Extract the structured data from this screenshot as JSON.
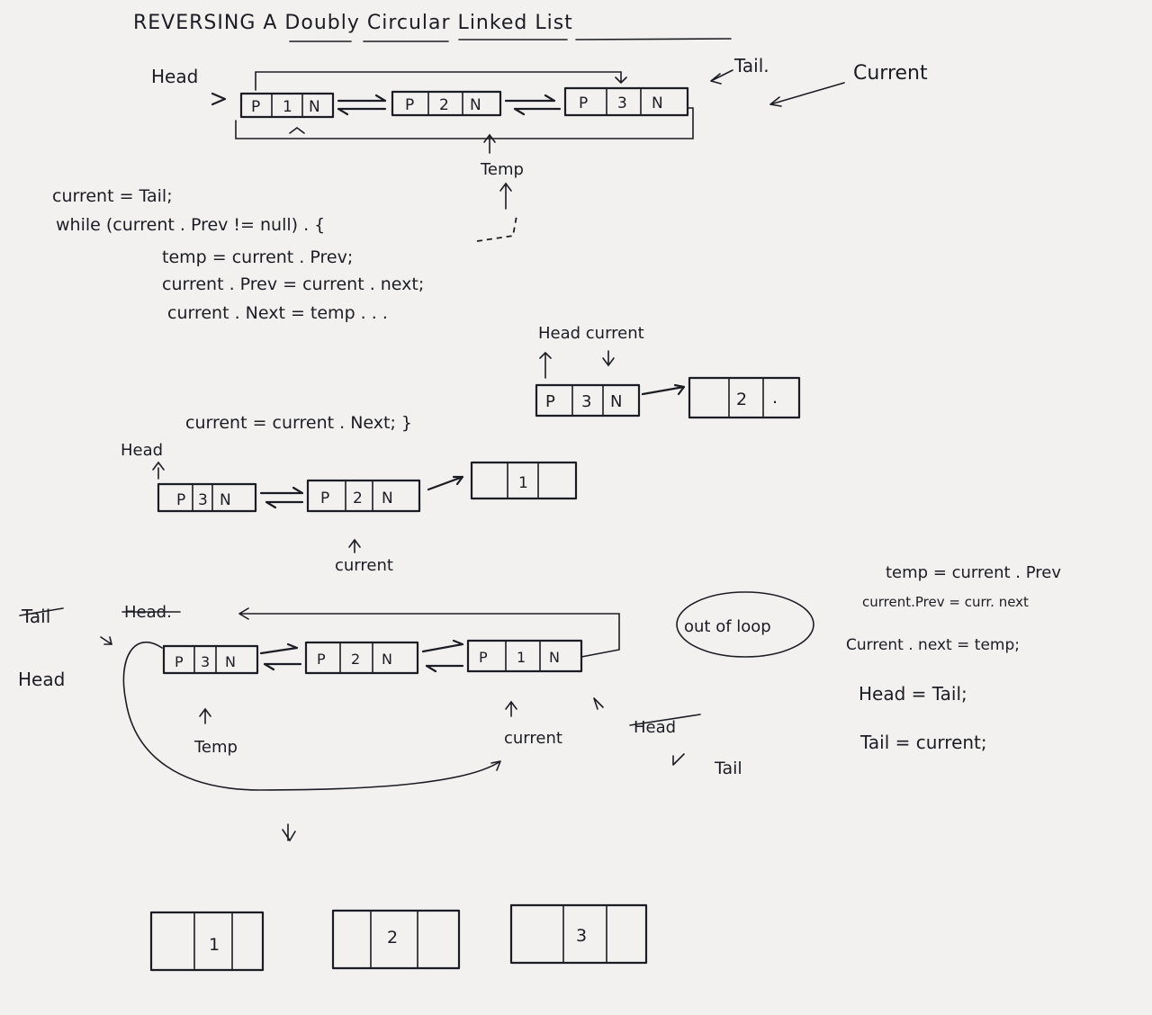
{
  "title": "REVERSING  A  Doubly Circular Linked List",
  "labels": {
    "head_top": "Head",
    "tail_top": "Tail.",
    "current_top": "Current",
    "temp_top": "Temp",
    "head_current": "Head current",
    "head_mid": "Head",
    "current_mid": "current",
    "tail_bottom_struck": "Tail",
    "head_bottom_struck": "Head.",
    "head_bottom": "Head",
    "temp_bottom": "Temp",
    "current_bottom": "current",
    "head_struck_right": "Head",
    "tail_bottom": "Tail",
    "out_of_loop": "out of loop"
  },
  "code": [
    "current = Tail;",
    "while (current . Prev != null) . {",
    "temp = current . Prev;",
    "current . Prev = current . next;",
    "current . Next = temp . . .",
    "current = current . Next; }"
  ],
  "after_loop": [
    "temp = current . Prev",
    "current.Prev = curr. next",
    "Current . next = temp;",
    "Head = Tail;",
    "Tail = current;"
  ],
  "nodes": {
    "row1": [
      [
        "P",
        "1",
        "N"
      ],
      [
        "P",
        "2",
        "N"
      ],
      [
        "P",
        "3",
        "N"
      ]
    ],
    "row2": [
      [
        "P",
        "3",
        "N"
      ],
      [
        "2",
        "."
      ]
    ],
    "row3": [
      [
        "P",
        "3",
        "N"
      ],
      [
        "P",
        "2",
        "N"
      ],
      [
        "",
        "1",
        ""
      ]
    ],
    "row4": [
      [
        "P",
        "3",
        "N"
      ],
      [
        "P",
        "2",
        "N"
      ],
      [
        "P",
        "1",
        "N"
      ]
    ],
    "row5": [
      [
        "",
        "1",
        ""
      ],
      [
        "",
        "2",
        ""
      ],
      [
        "",
        "3",
        ""
      ]
    ]
  }
}
